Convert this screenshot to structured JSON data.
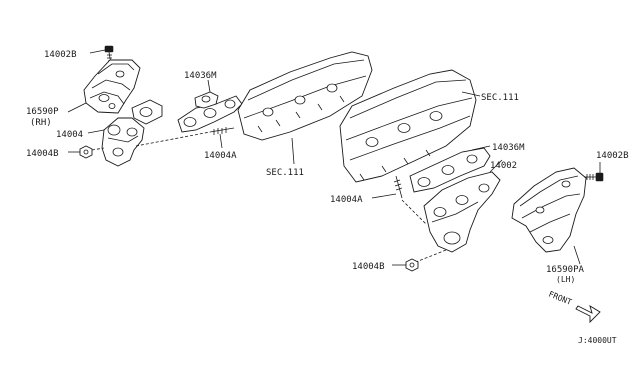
{
  "parts": {
    "bolt_rh": "14002B",
    "heat_insulator_rh": "16590P",
    "heat_insulator_rh_side": "(RH)",
    "manifold_rh": "14004",
    "nut_rh": "14004B",
    "gasket_rh": "14036M",
    "stud_rh": "14004A",
    "section_rh": "SEC.111",
    "section_lh": "SEC.111",
    "gasket_lh": "14036M",
    "stud_lh": "14004A",
    "manifold_lh": "14002",
    "bolt_lh": "14002B",
    "nut_lh": "14004B",
    "heat_insulator_lh": "16590PA",
    "heat_insulator_lh_side": "(LH)"
  },
  "direction_label": "FRONT",
  "diagram_code": "J:4000UT"
}
